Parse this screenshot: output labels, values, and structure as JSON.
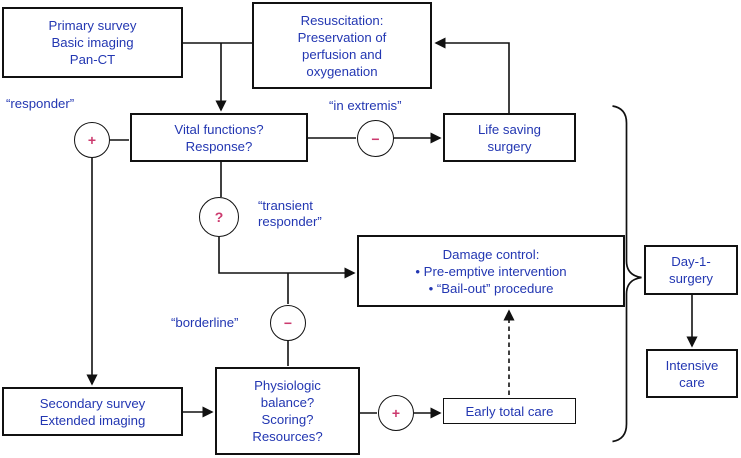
{
  "title": "Trauma management decision flowchart",
  "colors": {
    "text_blue": "#2337b2",
    "symbol_red": "#cc3a6e",
    "line_black": "#111111",
    "background": "#ffffff"
  },
  "boxes": {
    "primary_survey": "Primary survey\nBasic imaging\nPan-CT",
    "resuscitation": "Resuscitation:\nPreservation of\nperfusion and\noxygenation",
    "vital_functions": "Vital functions?\nResponse?",
    "life_saving_surgery": "Life saving\nsurgery",
    "damage_control": "Damage control:\n• Pre-emptive intervention\n• “Bail-out” procedure",
    "secondary_survey": "Secondary survey\nExtended imaging",
    "physiologic_balance": "Physiologic\nbalance?\nScoring?\nResources?",
    "early_total_care": "Early total care",
    "day1_surgery": "Day-1-\nsurgery",
    "intensive_care": "Intensive\ncare"
  },
  "labels": {
    "responder": "“responder”",
    "in_extremis": "“in extremis”",
    "transient_responder": "“transient\nresponder”",
    "borderline": "“borderline”"
  },
  "symbols": {
    "plus_responder": "+",
    "minus_in_extremis": "−",
    "question_transient": "?",
    "minus_borderline": "−",
    "plus_early_total_care": "+"
  }
}
